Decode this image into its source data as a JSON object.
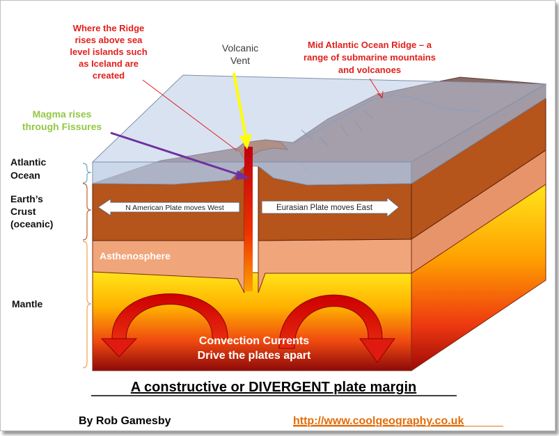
{
  "annotations": {
    "ridge_islands": [
      "Where the Ridge",
      "rises above sea",
      "level islands such",
      "as Iceland are",
      "created"
    ],
    "volcanic_vent": [
      "Volcanic",
      "Vent"
    ],
    "mid_atlantic": [
      "Mid Atlantic Ocean Ridge – a",
      "range of submarine mountains",
      "and volcanoes"
    ],
    "magma": [
      "Magma  rises",
      "through Fissures"
    ]
  },
  "side_labels": {
    "atlantic": [
      "Atlantic",
      "Ocean"
    ],
    "crust": [
      "Earth’s",
      "Crust",
      "(oceanic)"
    ],
    "mantle": "Mantle"
  },
  "plates": {
    "west": "N American Plate moves West",
    "east": "Eurasian Plate moves East"
  },
  "asthenosphere": "Asthenosphere",
  "convection": [
    "Convection Currents",
    "Drive the plates apart"
  ],
  "title": "A constructive or DIVERGENT plate margin",
  "author": "By Rob Gamesby",
  "url": "http://www.coolgeography.co.uk",
  "colors": {
    "ocean": "#b9cbe6",
    "crust": "#b5541b",
    "asthenosphere": "#f0a57a",
    "annotation_red": "#e0201c",
    "magma_label": "#92c843",
    "magma_arrow": "#7030a0",
    "vent_arrow": "#ffff00",
    "bracket": "#f0a050",
    "url": "#e46c0a"
  }
}
